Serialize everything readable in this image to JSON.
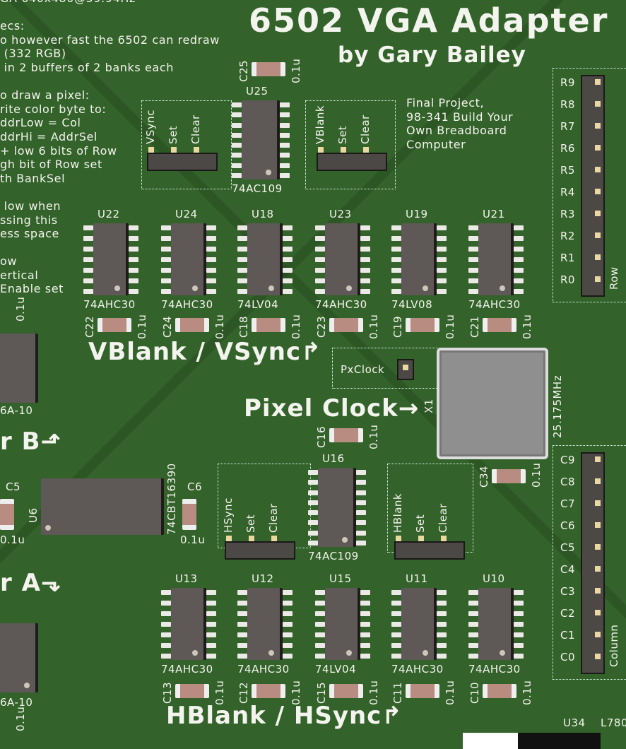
{
  "title": "6502 VGA Adapter",
  "author": "by Gary Bailey",
  "notes": [
    "GA 640x480@59.94Hz",
    "",
    "ecs:",
    "o however fast the 6502 can redraw",
    " (332 RGB)",
    " in 2 buffers of 2 banks each",
    "",
    "o draw a pixel:",
    "rite color byte to:",
    "ddrLow = Col",
    "ddrHi = AddrSel",
    "+ low 6 bits of Row",
    "gh bit of Row set",
    "th BankSel",
    "",
    " low when",
    "ssing this",
    "ess space",
    "",
    "ow",
    "ertical",
    "Enable set"
  ],
  "project": [
    "Final Project,",
    "98-341 Build Your",
    "Own Breadboard",
    "Computer"
  ],
  "sections": {
    "vblank": "VBlank / VSync↱",
    "hblank": "HBlank / HSync↱",
    "pixel_clock": "Pixel Clock→",
    "buffer_b": "r B⬏",
    "buffer_a": "r A⬎"
  },
  "chips_row1": [
    {
      "ref": "U22",
      "part": "74AHC30",
      "cap": "C22",
      "val": "0.1u"
    },
    {
      "ref": "U24",
      "part": "74AHC30",
      "cap": "C24",
      "val": "0.1u"
    },
    {
      "ref": "U18",
      "part": "74LV04",
      "cap": "C18",
      "val": "0.1u"
    },
    {
      "ref": "U23",
      "part": "74AHC30",
      "cap": "C23",
      "val": "0.1u"
    },
    {
      "ref": "U19",
      "part": "74LV08",
      "cap": "C19",
      "val": "0.1u"
    },
    {
      "ref": "U21",
      "part": "74AHC30",
      "cap": "C21",
      "val": "0.1u"
    }
  ],
  "chips_row2": [
    {
      "ref": "U13",
      "part": "74AHC30",
      "cap": "C13",
      "val": "0.1u"
    },
    {
      "ref": "U12",
      "part": "74AHC30",
      "cap": "C12",
      "val": "0.1u"
    },
    {
      "ref": "U15",
      "part": "74LV04",
      "cap": "C15",
      "val": "0.1u"
    },
    {
      "ref": "U11",
      "part": "74AHC30",
      "cap": "C11",
      "val": "0.1u"
    },
    {
      "ref": "U10",
      "part": "74AHC30",
      "cap": "C10",
      "val": "0.1u"
    }
  ],
  "flipflops": [
    {
      "ref": "U25",
      "part": "74AC109",
      "cap": "C25",
      "val": "0.1u"
    },
    {
      "ref": "U16",
      "part": "74AC109",
      "cap": "C16",
      "val": "0.1u"
    }
  ],
  "headers": {
    "vsync": [
      "VSync",
      "Set",
      "Clear"
    ],
    "vblank": [
      "VBlank",
      "Set",
      "Clear"
    ],
    "hsync": [
      "HSync",
      "Set",
      "Clear"
    ],
    "hblank": [
      "HBlank",
      "Set",
      "Clear"
    ]
  },
  "crystal": {
    "ref": "X1",
    "freq": "25.175MHz",
    "pad": "PxClock",
    "cap": "C34",
    "val": "0.1u"
  },
  "row_header": {
    "title": "Row",
    "pins": [
      "R9",
      "R8",
      "R7",
      "R6",
      "R5",
      "R4",
      "R3",
      "R2",
      "R1",
      "R0"
    ]
  },
  "col_header": {
    "title": "Column",
    "pins": [
      "C9",
      "C8",
      "C7",
      "C6",
      "C5",
      "C4",
      "C3",
      "C2",
      "C1",
      "C0"
    ]
  },
  "u6": {
    "ref": "U6",
    "part": "74CBT16390",
    "c5": "C5",
    "c6": "C6",
    "val": "0.1u"
  },
  "left_parts": {
    "part_b": "6A-10",
    "part_a": "6A-10",
    "val": "0.1u"
  },
  "regulator": {
    "ref": "U34",
    "part": "L780"
  }
}
